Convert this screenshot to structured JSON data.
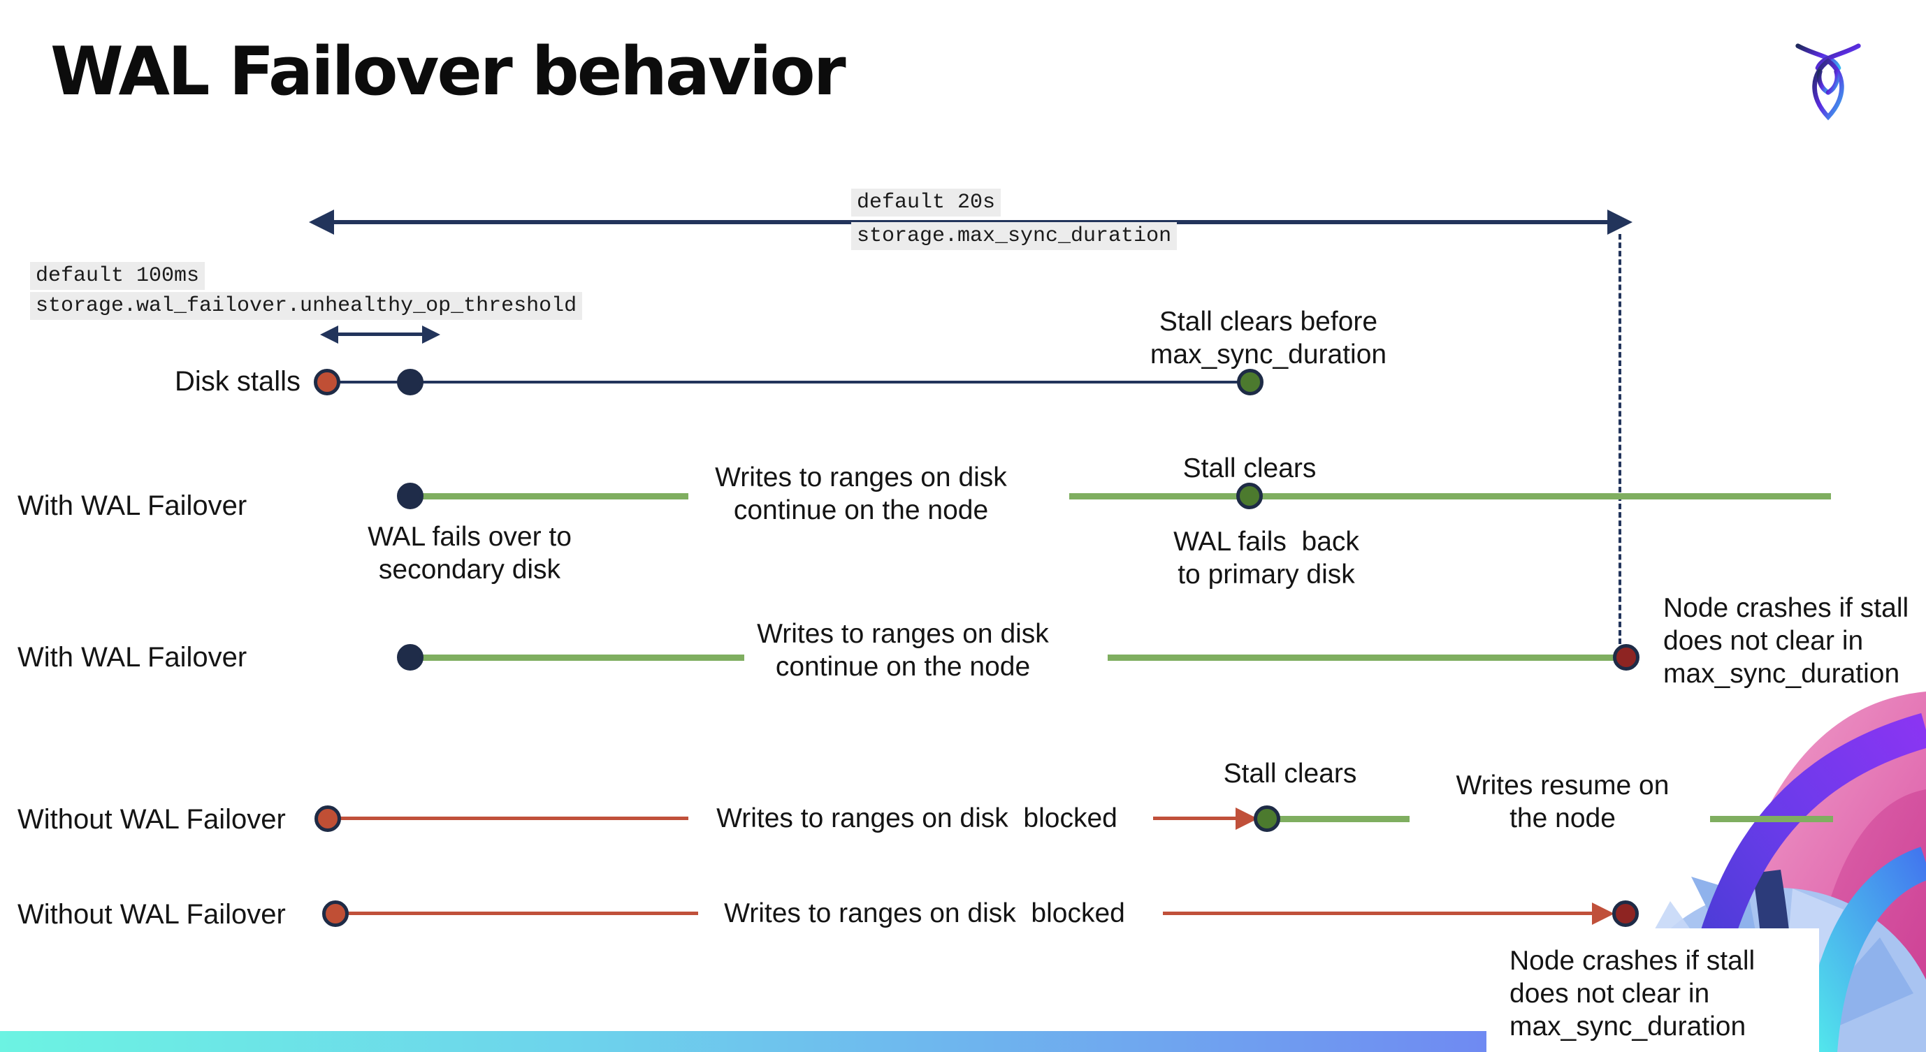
{
  "title": "WAL Failover behavior",
  "colors": {
    "navy": "#22345B",
    "dot_navy": "#1F2C49",
    "vermillion": "#C04F35",
    "maroon": "#8E2422",
    "green_dot": "#4C7A2E",
    "green_line": "#7FAE60",
    "red_line": "#C0503A",
    "setting_bg": "#ECECEC",
    "bar_gradient_start": "#6CF3E2",
    "bar_gradient_end": "#6B5BEF",
    "brand_purple": "#7B2FF0",
    "brand_pink": "#D84A9F",
    "brand_cyan": "#52E6EC"
  },
  "annotations": {
    "max_sync": {
      "default": "default 20s",
      "setting": "storage.max_sync_duration"
    },
    "op_threshold": {
      "default": "default 100ms",
      "setting": "storage.wal_failover.unhealthy_op_threshold"
    }
  },
  "rows": {
    "disk_stalls": {
      "label": "Disk stalls"
    },
    "with_failover_1": {
      "label": "With WAL Failover"
    },
    "with_failover_2": {
      "label": "With WAL Failover"
    },
    "without_failover_1": {
      "label": "Without WAL Failover"
    },
    "without_failover_2": {
      "label": "Without WAL Failover"
    }
  },
  "notes": {
    "stall_clears_before": "Stall clears before\nmax_sync_duration",
    "stall_clears": "Stall clears",
    "writes_continue": "Writes to ranges on disk\ncontinue on the node",
    "wal_fails_over": "WAL fails over to\nsecondary disk",
    "wal_fails_back": "WAL fails  back\nto primary disk",
    "writes_blocked": "Writes to ranges on disk  blocked",
    "writes_resume": "Writes resume on\nthe node",
    "node_crashes": "Node crashes if stall\ndoes not clear in\nmax_sync_duration"
  }
}
